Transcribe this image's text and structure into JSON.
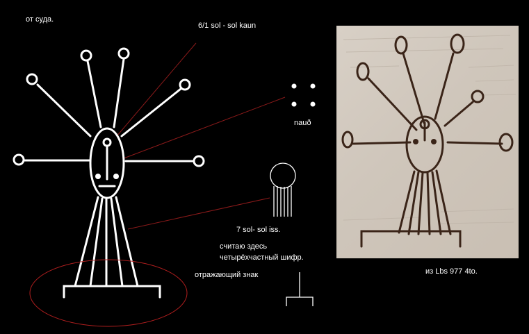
{
  "labels": {
    "top_left": "от суда.",
    "sol_kaun": "6/1 sol -  sol kaun",
    "paid": "nauð",
    "sol_iss": "7 sol- sol iss.",
    "cipher_line1": "считаю здесь",
    "cipher_line2": "четырёхчастный шифр.",
    "reflecting_sign": "отражающий знак",
    "source": "из Lbs 977 4to."
  },
  "colors": {
    "background": "#000000",
    "drawing": "#ffffff",
    "pointer_lines": "#8b1a1a",
    "ellipse": "#b01e1e",
    "photo_ink": "#3a2418"
  }
}
